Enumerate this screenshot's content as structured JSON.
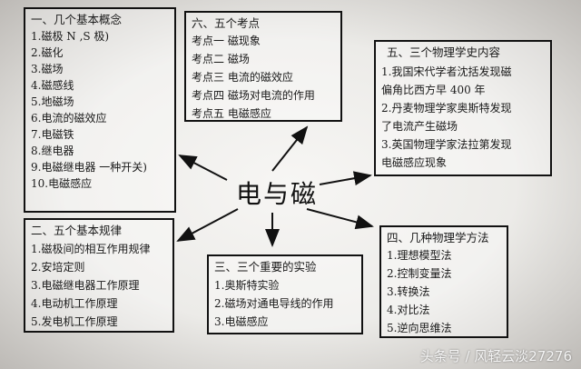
{
  "center_label": "电与磁",
  "boxes": {
    "concepts": {
      "title": "一、几个基本概念",
      "items": [
        "1.磁极 N ,S 极)",
        "2.磁化",
        "3.磁场",
        "4.磁感线",
        "5.地磁场",
        "6.电流的磁效应",
        "7.电磁铁",
        "8.继电器",
        "9.电磁继电器  一种开关)",
        "10.电磁感应"
      ]
    },
    "exam_points": {
      "title": "六、五个考点",
      "items": [
        "考点一  磁现象",
        "考点二  磁场",
        "考点三  电流的磁效应",
        "考点四  磁场对电流的作用",
        "考点五  电磁感应"
      ]
    },
    "history": {
      "title": "五、三个物理学史内容",
      "items": [
        "1.我国宋代学者沈括发现磁",
        "偏角比西方早 400 年",
        "2.丹麦物理学家奥斯特发现",
        "了电流产生磁场",
        "3.英国物理学家法拉第发现",
        "电磁感应现象"
      ]
    },
    "laws": {
      "title": "二、五个基本规律",
      "items": [
        "1.磁极间的相互作用规律",
        "2.安培定则",
        "3.电磁继电器工作原理",
        "4.电动机工作原理",
        "5.发电机工作原理"
      ]
    },
    "experiments": {
      "title": "三、三个重要的实验",
      "items": [
        "1.奥斯特实验",
        "2.磁场对通电导线的作用",
        "3.电磁感应"
      ]
    },
    "methods": {
      "title": "四、几种物理学方法",
      "items": [
        "1.理想模型法",
        "2.控制变量法",
        "3.转换法",
        "4.对比法",
        "5.逆向思维法"
      ]
    }
  },
  "watermark": "头条号 / 风轻云淡27276"
}
